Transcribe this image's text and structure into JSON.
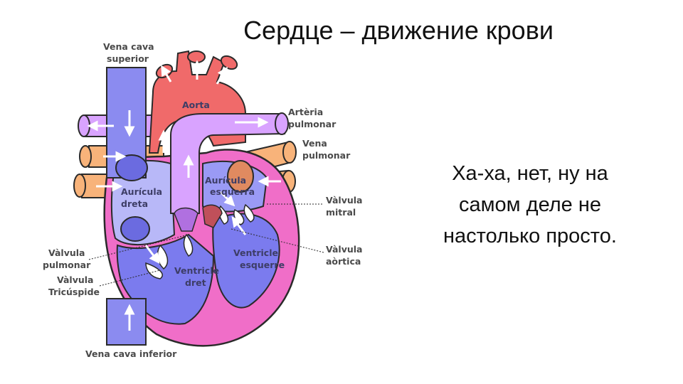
{
  "slide": {
    "title": "Сердце – движение крови",
    "text_lines": [
      "Ха-ха, нет, ну на",
      "самом деле не",
      "настолько просто."
    ]
  },
  "diagram": {
    "labels": {
      "vena_cava_superior": [
        "Vena cava",
        "superior"
      ],
      "aorta": "Aorta",
      "arteria_pulmonar": [
        "Artèria",
        "pulmonar"
      ],
      "vena_pulmonar": [
        "Vena",
        "pulmonar"
      ],
      "auricula_esquerra": [
        "Aurícula",
        "esquerra"
      ],
      "auricula_dreta": [
        "Aurícula",
        "dreta"
      ],
      "valvula_mitral": [
        "Vàlvula",
        "mitral"
      ],
      "valvula_pulmonar": [
        "Vàlvula",
        "pulmonar"
      ],
      "valvula_tricuspide": [
        "Vàlvula",
        "Tricúspide"
      ],
      "ventricle_dret": [
        "Ventricle",
        "dret"
      ],
      "ventricle_esquerre": [
        "Ventricle",
        "esquerre"
      ],
      "valvula_aortica": [
        "Vàlvula",
        "aòrtica"
      ],
      "vena_cava_inferior": "Vena cava inferior"
    },
    "colors": {
      "venous_blue": "#8b8bf0",
      "venous_blue_dark": "#6b6be0",
      "arterial_red": "#f06a6a",
      "pulmonary_artery": "#d9a3ff",
      "pulmonary_vein": "#f8b37a",
      "myocardium": "#f06ec8",
      "left_atrium": "#e08a60",
      "outline": "#2a2a2a"
    }
  }
}
